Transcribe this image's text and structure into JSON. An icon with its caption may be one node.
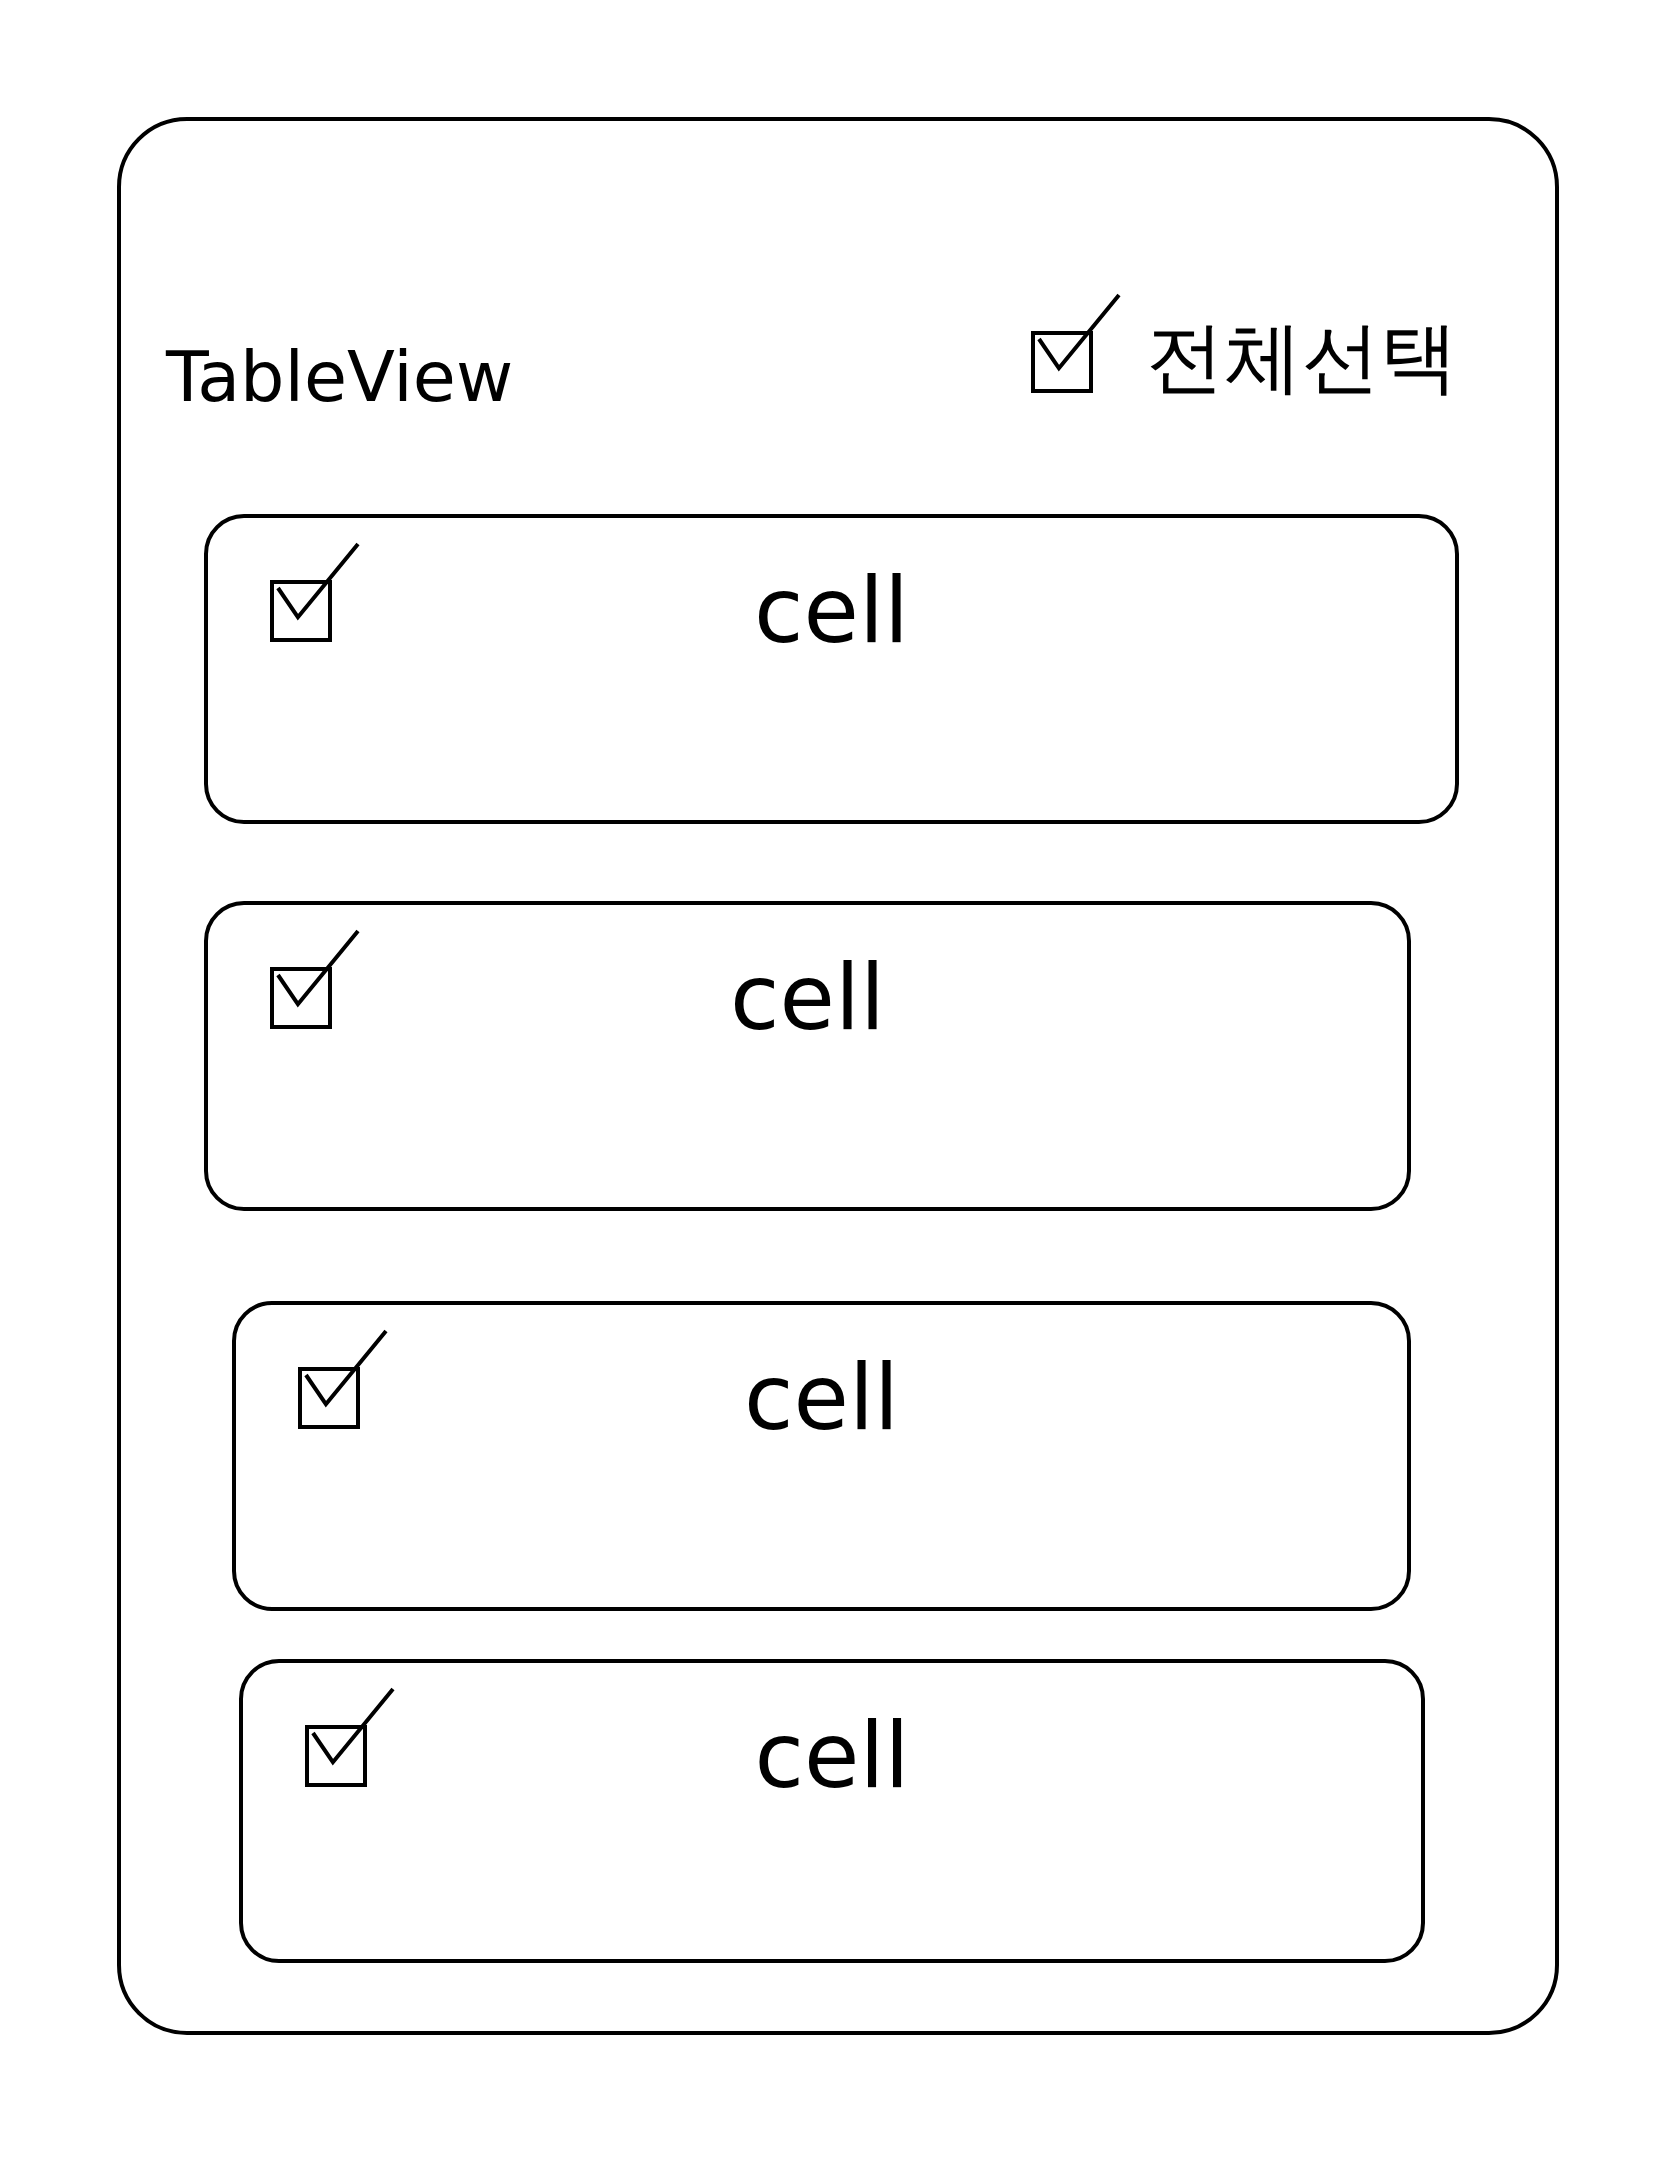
{
  "diagram": {
    "nodes": [
      {
        "text": [
          "TableView",
          "전체선택"
        ]
      },
      {
        "text": [
          "cell"
        ],
        "in": 0
      },
      {
        "text": [
          "cell"
        ],
        "in": 0
      },
      {
        "text": [
          "cell"
        ],
        "in": 0
      },
      {
        "text": [
          "cell"
        ],
        "in": 0
      }
    ]
  }
}
